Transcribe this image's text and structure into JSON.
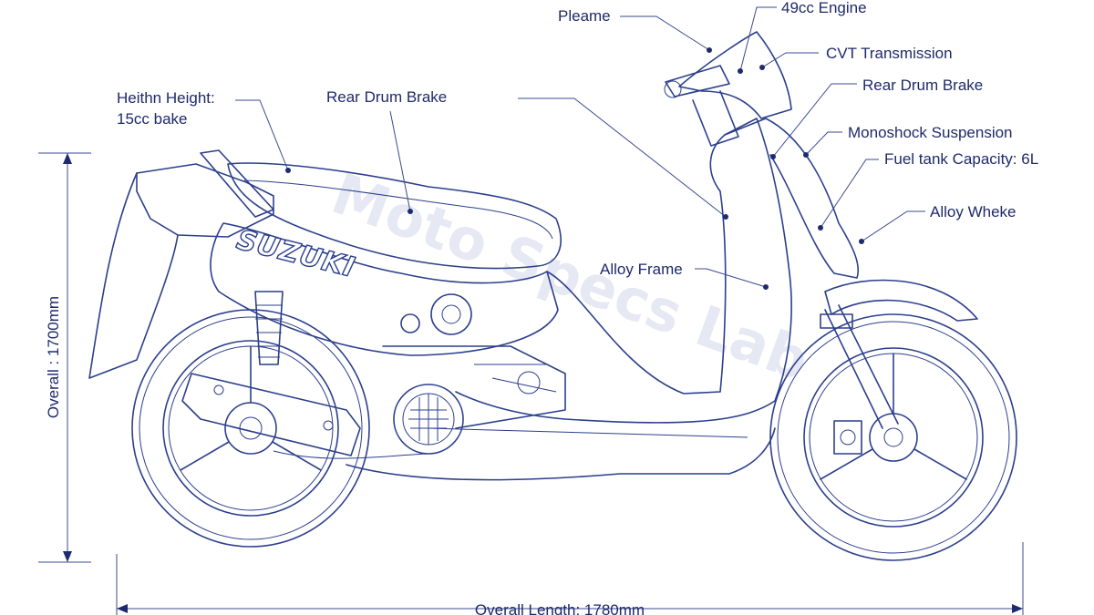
{
  "brand": "SUZUKI",
  "watermark": "Moto Specs Lab",
  "callouts": {
    "pleame": "Pleame",
    "engine": "49cc Engine",
    "cvt": "CVT Transmission",
    "rear_drum_right": "Rear Drum Brake",
    "monoshock": "Monoshock Suspension",
    "fuel_tank": "Fuel tank Capacity: 6L",
    "alloy_wheel": "Alloy Wheke",
    "height_line1": "Heithn Height:",
    "height_line2": "15cc bake",
    "rear_drum_top": "Rear Drum Brake",
    "alloy_frame": "Alloy Frame"
  },
  "dimensions": {
    "overall_height": "Overall : 1700mm",
    "overall_length": "Overall Length: 1780mm"
  },
  "colors": {
    "ink": "#2c3f8c",
    "paper": "#ffffff",
    "watermark": "#e6e9f3"
  }
}
